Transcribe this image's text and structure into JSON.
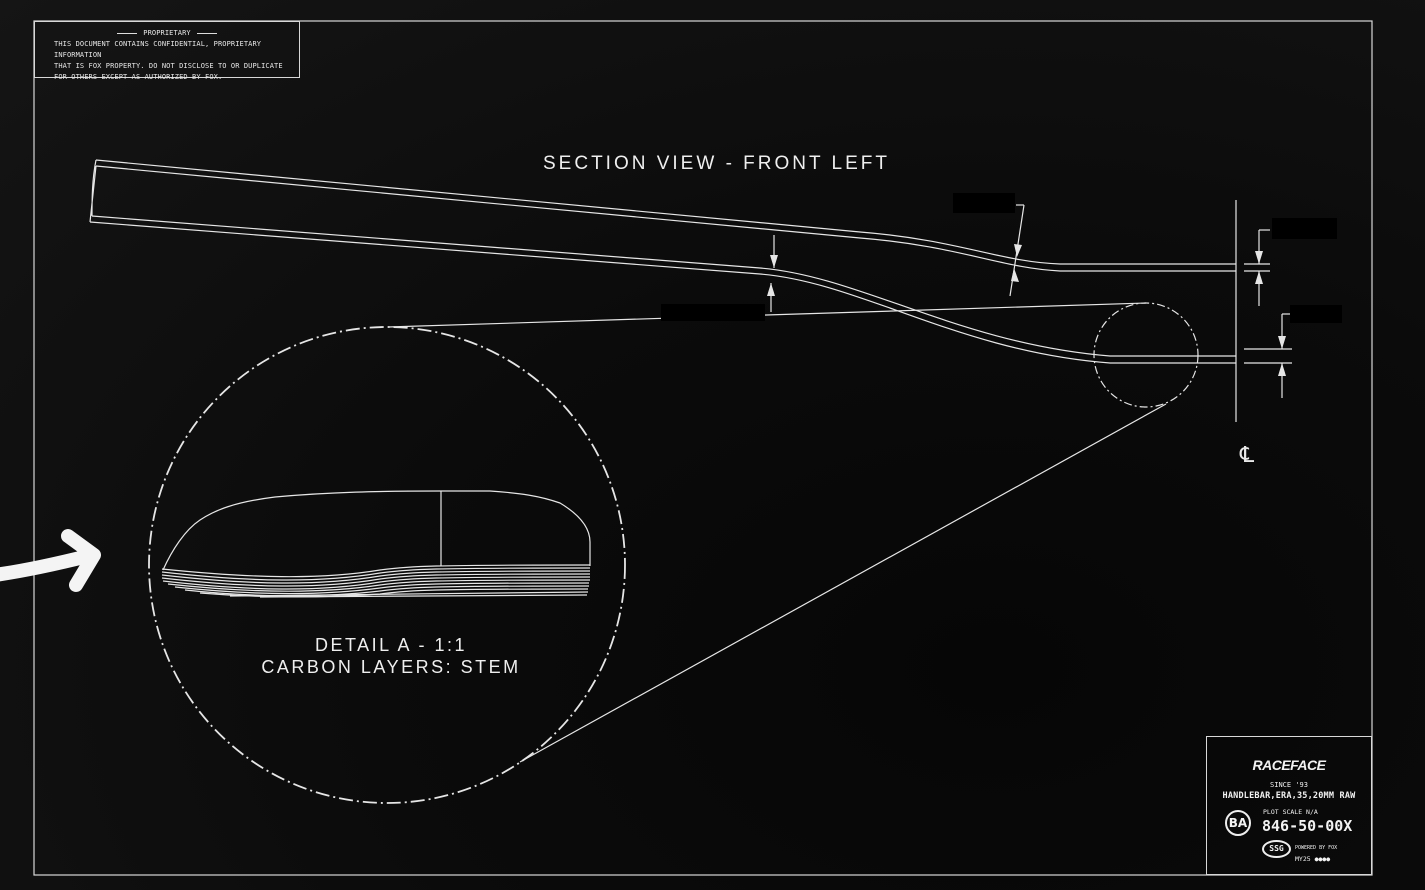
{
  "proprietary": {
    "title": "PROPRIETARY",
    "lines": [
      "THIS DOCUMENT CONTAINS CONFIDENTIAL, PROPRIETARY INFORMATION",
      "THAT IS FOX PROPERTY. DO NOT DISCLOSE TO OR DUPLICATE",
      "FOR OTHERS EXCEPT AS AUTHORIZED BY FOX."
    ]
  },
  "section_title": "SECTION VIEW - FRONT LEFT",
  "detail": {
    "line1": "DETAIL A - 1:1",
    "line2": "CARBON LAYERS: STEM"
  },
  "centerline_symbol": "℄",
  "title_block": {
    "brand": "RACEFACE",
    "since": "SINCE '93",
    "part_name": "HANDLEBAR,ERA,35,20MM RAW",
    "badge_ba": "BA",
    "plot_scale": "PLOT SCALE N/A",
    "part_number": "846-50-00X",
    "badge_ssg": "SSG",
    "powered_by": "POWERED BY FOX",
    "model_year": "MY25 ●●●●"
  },
  "colors": {
    "background": "#0b0b0b",
    "line": "#e6e6e6",
    "redaction": "#000000"
  }
}
